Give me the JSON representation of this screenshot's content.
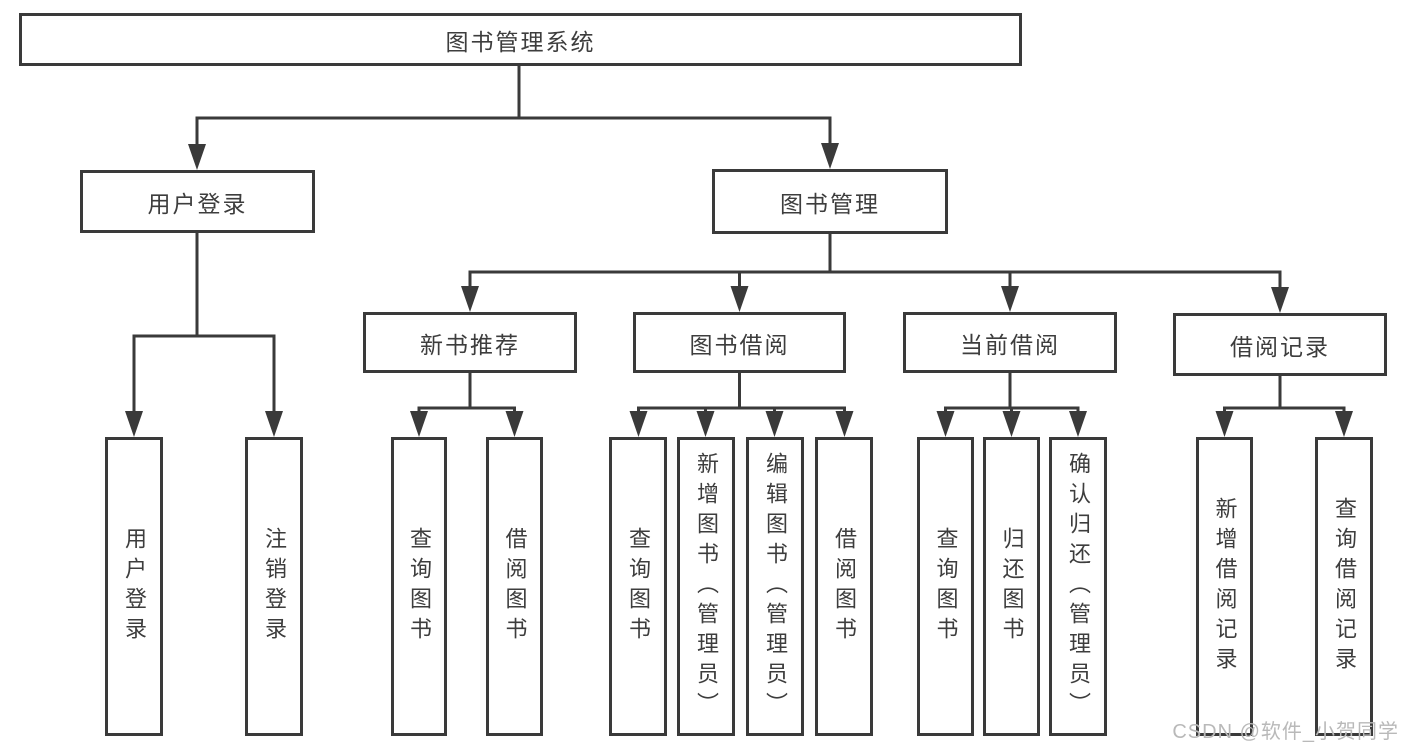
{
  "diagram": {
    "root": {
      "label": "图书管理系统"
    },
    "branches": [
      {
        "label": "用户登录",
        "children": [
          {
            "label": "用户登录"
          },
          {
            "label": "注销登录"
          }
        ]
      },
      {
        "label": "图书管理",
        "children": [
          {
            "label": "新书推荐",
            "children": [
              {
                "label": "查询图书"
              },
              {
                "label": "借阅图书"
              }
            ]
          },
          {
            "label": "图书借阅",
            "children": [
              {
                "label": "查询图书"
              },
              {
                "label": "新增图书（管理员）"
              },
              {
                "label": "编辑图书（管理员）"
              },
              {
                "label": "借阅图书"
              }
            ]
          },
          {
            "label": "当前借阅",
            "children": [
              {
                "label": "查询图书"
              },
              {
                "label": "归还图书"
              },
              {
                "label": "确认归还（管理员）"
              }
            ]
          },
          {
            "label": "借阅记录",
            "children": [
              {
                "label": "新增借阅记录"
              },
              {
                "label": "查询借阅记录"
              }
            ]
          }
        ]
      }
    ]
  },
  "watermark": {
    "text": "CSDN @软件_小贺同学"
  },
  "colors": {
    "line": "#3a3a3a",
    "box_border": "#3a3a3a",
    "text": "#3d3d3d",
    "background": "#ffffff",
    "watermark": "#b9b9b9"
  }
}
